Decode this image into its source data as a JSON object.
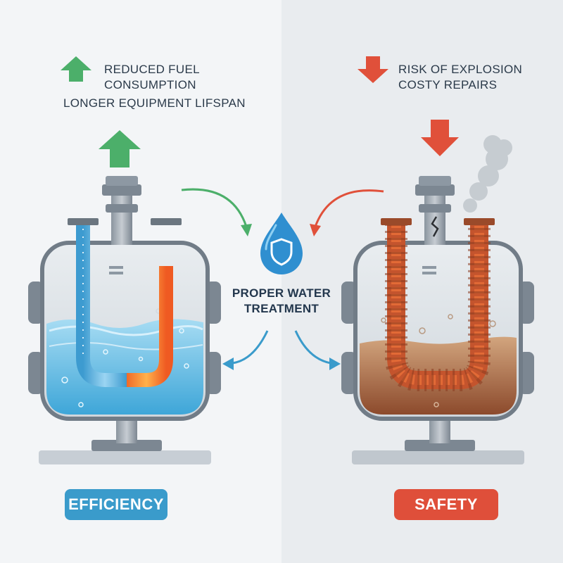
{
  "left_benefits": {
    "line1": "REDUCED FUEL",
    "line2": "CONSUMPTION",
    "line3": "LONGER EQUIPMENT LIFSPAN"
  },
  "right_risks": {
    "line1": "RISK OF EXPLOSION",
    "line2": "COSTY REPAIRS"
  },
  "center": {
    "label_line1": "PROPER WATER",
    "label_line2": "TREATMENT"
  },
  "badges": {
    "left": "EFFICIENCY",
    "right": "SAFETY"
  },
  "colors": {
    "positive": "#4caf6a",
    "negative": "#e0503a",
    "efficiency_badge": "#3a9bcb",
    "safety_badge": "#df4f3a",
    "clean_water": "#5fb8e0",
    "sludge": "#a0653f",
    "drop": "#2f8fd0"
  },
  "icons": {
    "up_arrow": "arrow-up-icon",
    "down_arrow": "arrow-down-icon",
    "drop": "water-drop-shield-icon"
  }
}
